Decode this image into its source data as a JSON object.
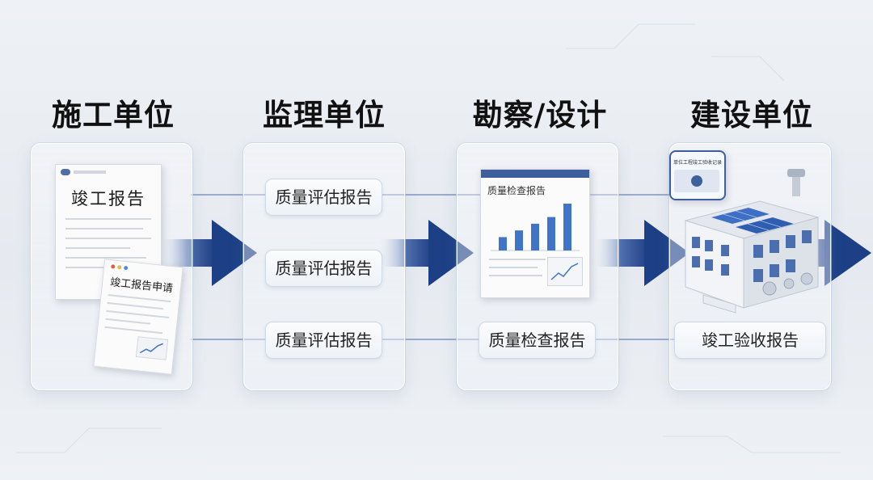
{
  "columns": [
    {
      "title": "施工单位"
    },
    {
      "title": "监理单位"
    },
    {
      "title": "勘察/设计"
    },
    {
      "title": "建设单位"
    }
  ],
  "construction": {
    "doc_main_title": "竣工报告",
    "doc_secondary_title": "竣工报告申请"
  },
  "supervision": {
    "reports": [
      "质量评估报告",
      "质量评估报告",
      "质量评估报告"
    ]
  },
  "design": {
    "doc_title": "质量检查报告",
    "bottom_label": "质量检查报告",
    "chart_data": {
      "type": "bar",
      "values": [
        2,
        3,
        4,
        5,
        7
      ]
    }
  },
  "owner": {
    "badge_text": "单位工程竣工验收记录",
    "bottom_label": "竣工验收报告"
  },
  "colors": {
    "arrow_dark": "#1c3f86",
    "arrow_light": "#dfe6f1",
    "connector": "#4a6aa8",
    "bar": "#3f74c6"
  }
}
